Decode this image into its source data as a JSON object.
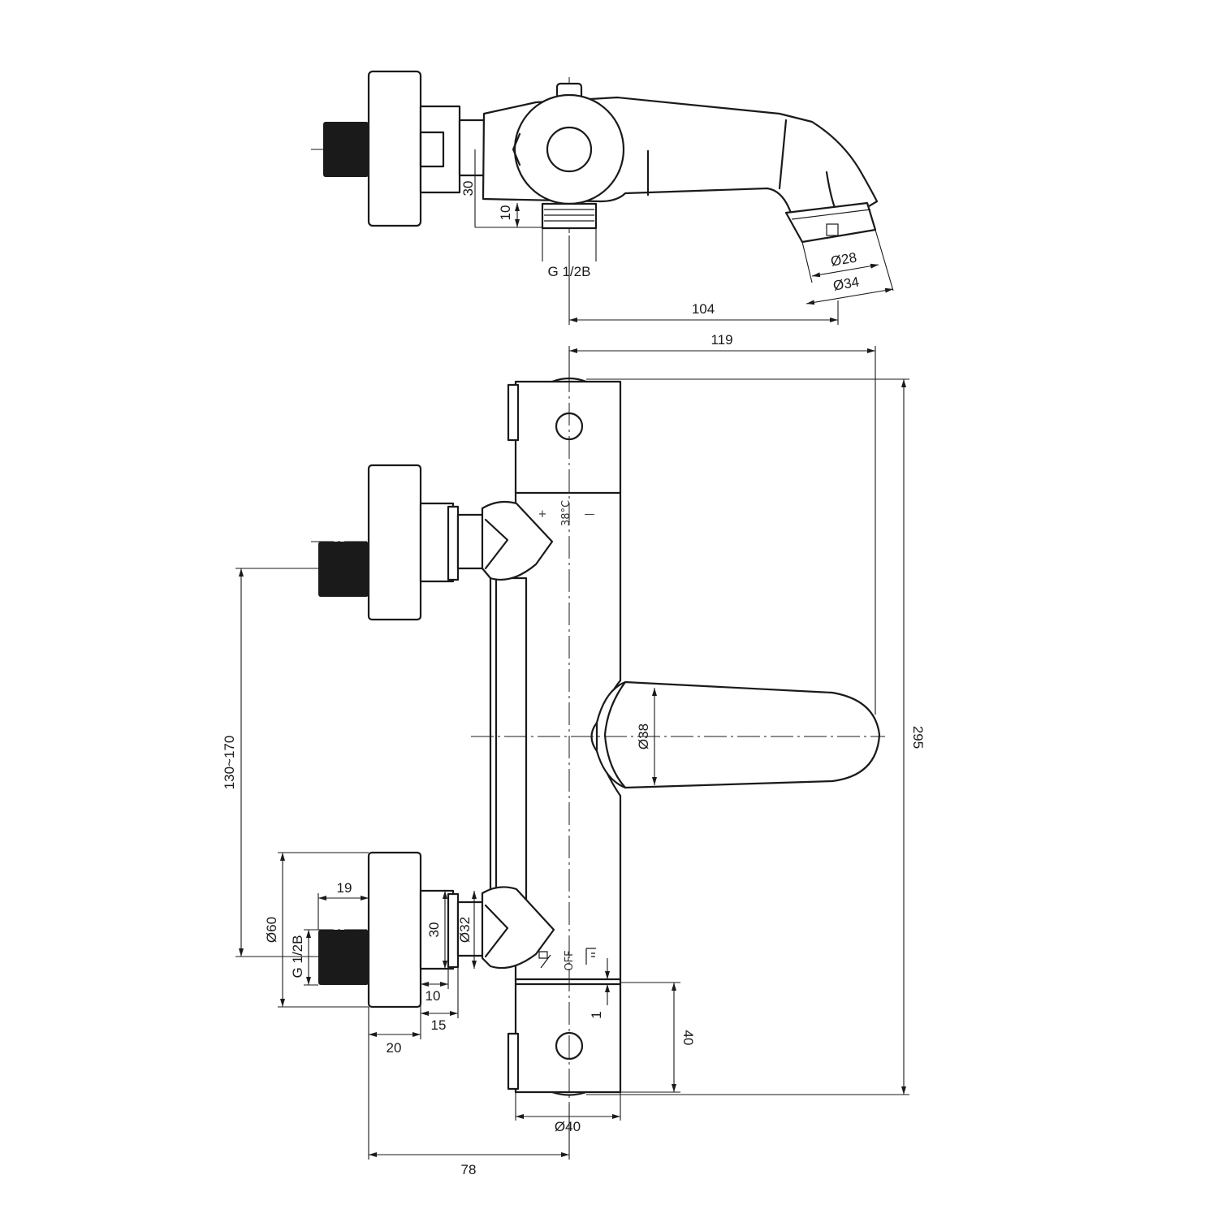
{
  "top_view": {
    "dim_30": "30",
    "dim_10": "10",
    "thread": "G 1/2B",
    "dia_28": "Ø28",
    "dia_34": "Ø34",
    "dim_104": "104"
  },
  "front_view": {
    "dim_119": "119",
    "dim_295": "295",
    "dia_38": "Ø38",
    "dim_130_170": "130~170",
    "dia_60": "Ø60",
    "thread": "G 1/2B",
    "dim_19": "19",
    "dim_30": "30",
    "dia_32": "Ø32",
    "dim_10": "10",
    "dim_15": "15",
    "dim_20": "20",
    "dim_78": "78",
    "dia_40": "Ø40",
    "dim_40": "40",
    "dim_1": "1",
    "plus": "+",
    "minus": "—",
    "temp": "38°C",
    "off": "OFF"
  }
}
